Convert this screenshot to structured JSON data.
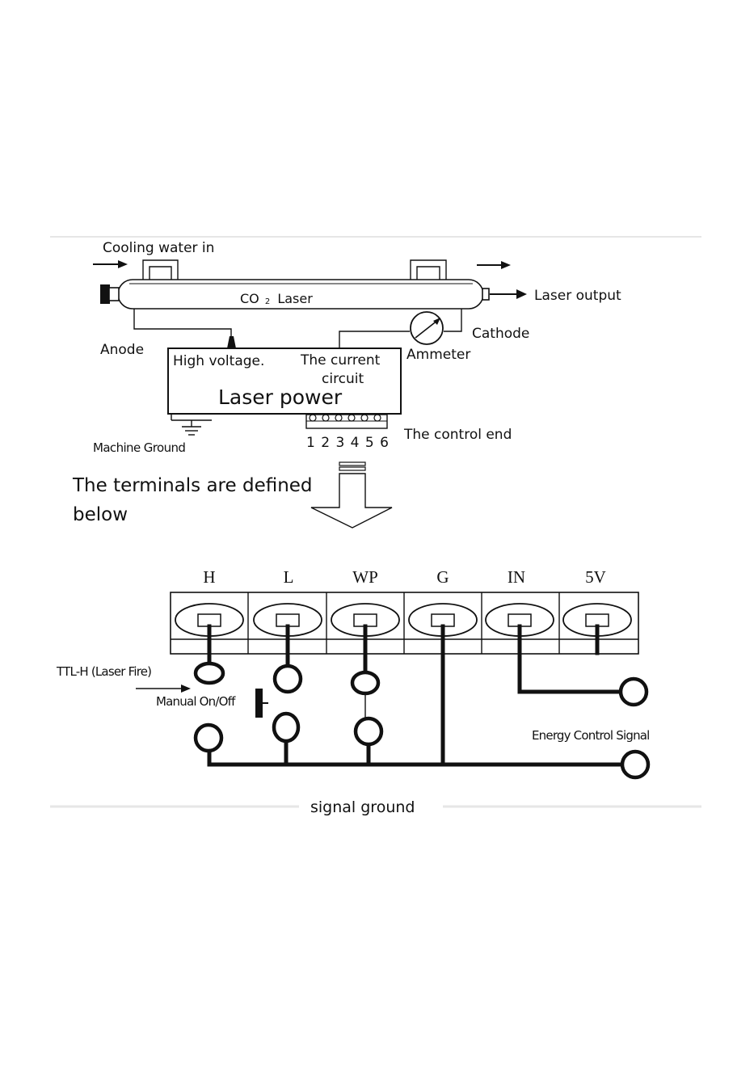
{
  "top_diagram": {
    "cooling_water_in": "Cooling water in",
    "tube_label_prefix": "CO",
    "tube_label_subscript": "2",
    "tube_label_suffix": "Laser",
    "laser_output": "Laser output",
    "cathode": "Cathode",
    "anode": "Anode",
    "ammeter": "Ammeter",
    "high_voltage": "High voltage.",
    "current_circuit_line1": "The current",
    "current_circuit_line2": "circuit",
    "laser_power": "Laser power",
    "machine_ground": "Machine Ground",
    "control_end": "The control end",
    "control_pins": "1 2 3 4 5 6"
  },
  "caption": {
    "line1": "The terminals are defined",
    "line2": "below"
  },
  "terminals": {
    "h": "H",
    "l": "L",
    "wp": "WP",
    "g": "G",
    "in": "IN",
    "v5": "5V"
  },
  "bottom_diagram": {
    "ttl": "TTL-H (Laser Fire)",
    "manual": "Manual On/Off",
    "energy": "Energy Control Signal",
    "signal_ground": "signal ground"
  },
  "colors": {
    "ink": "#111111",
    "background": "#ffffff",
    "frame": "#e6e6e6"
  }
}
